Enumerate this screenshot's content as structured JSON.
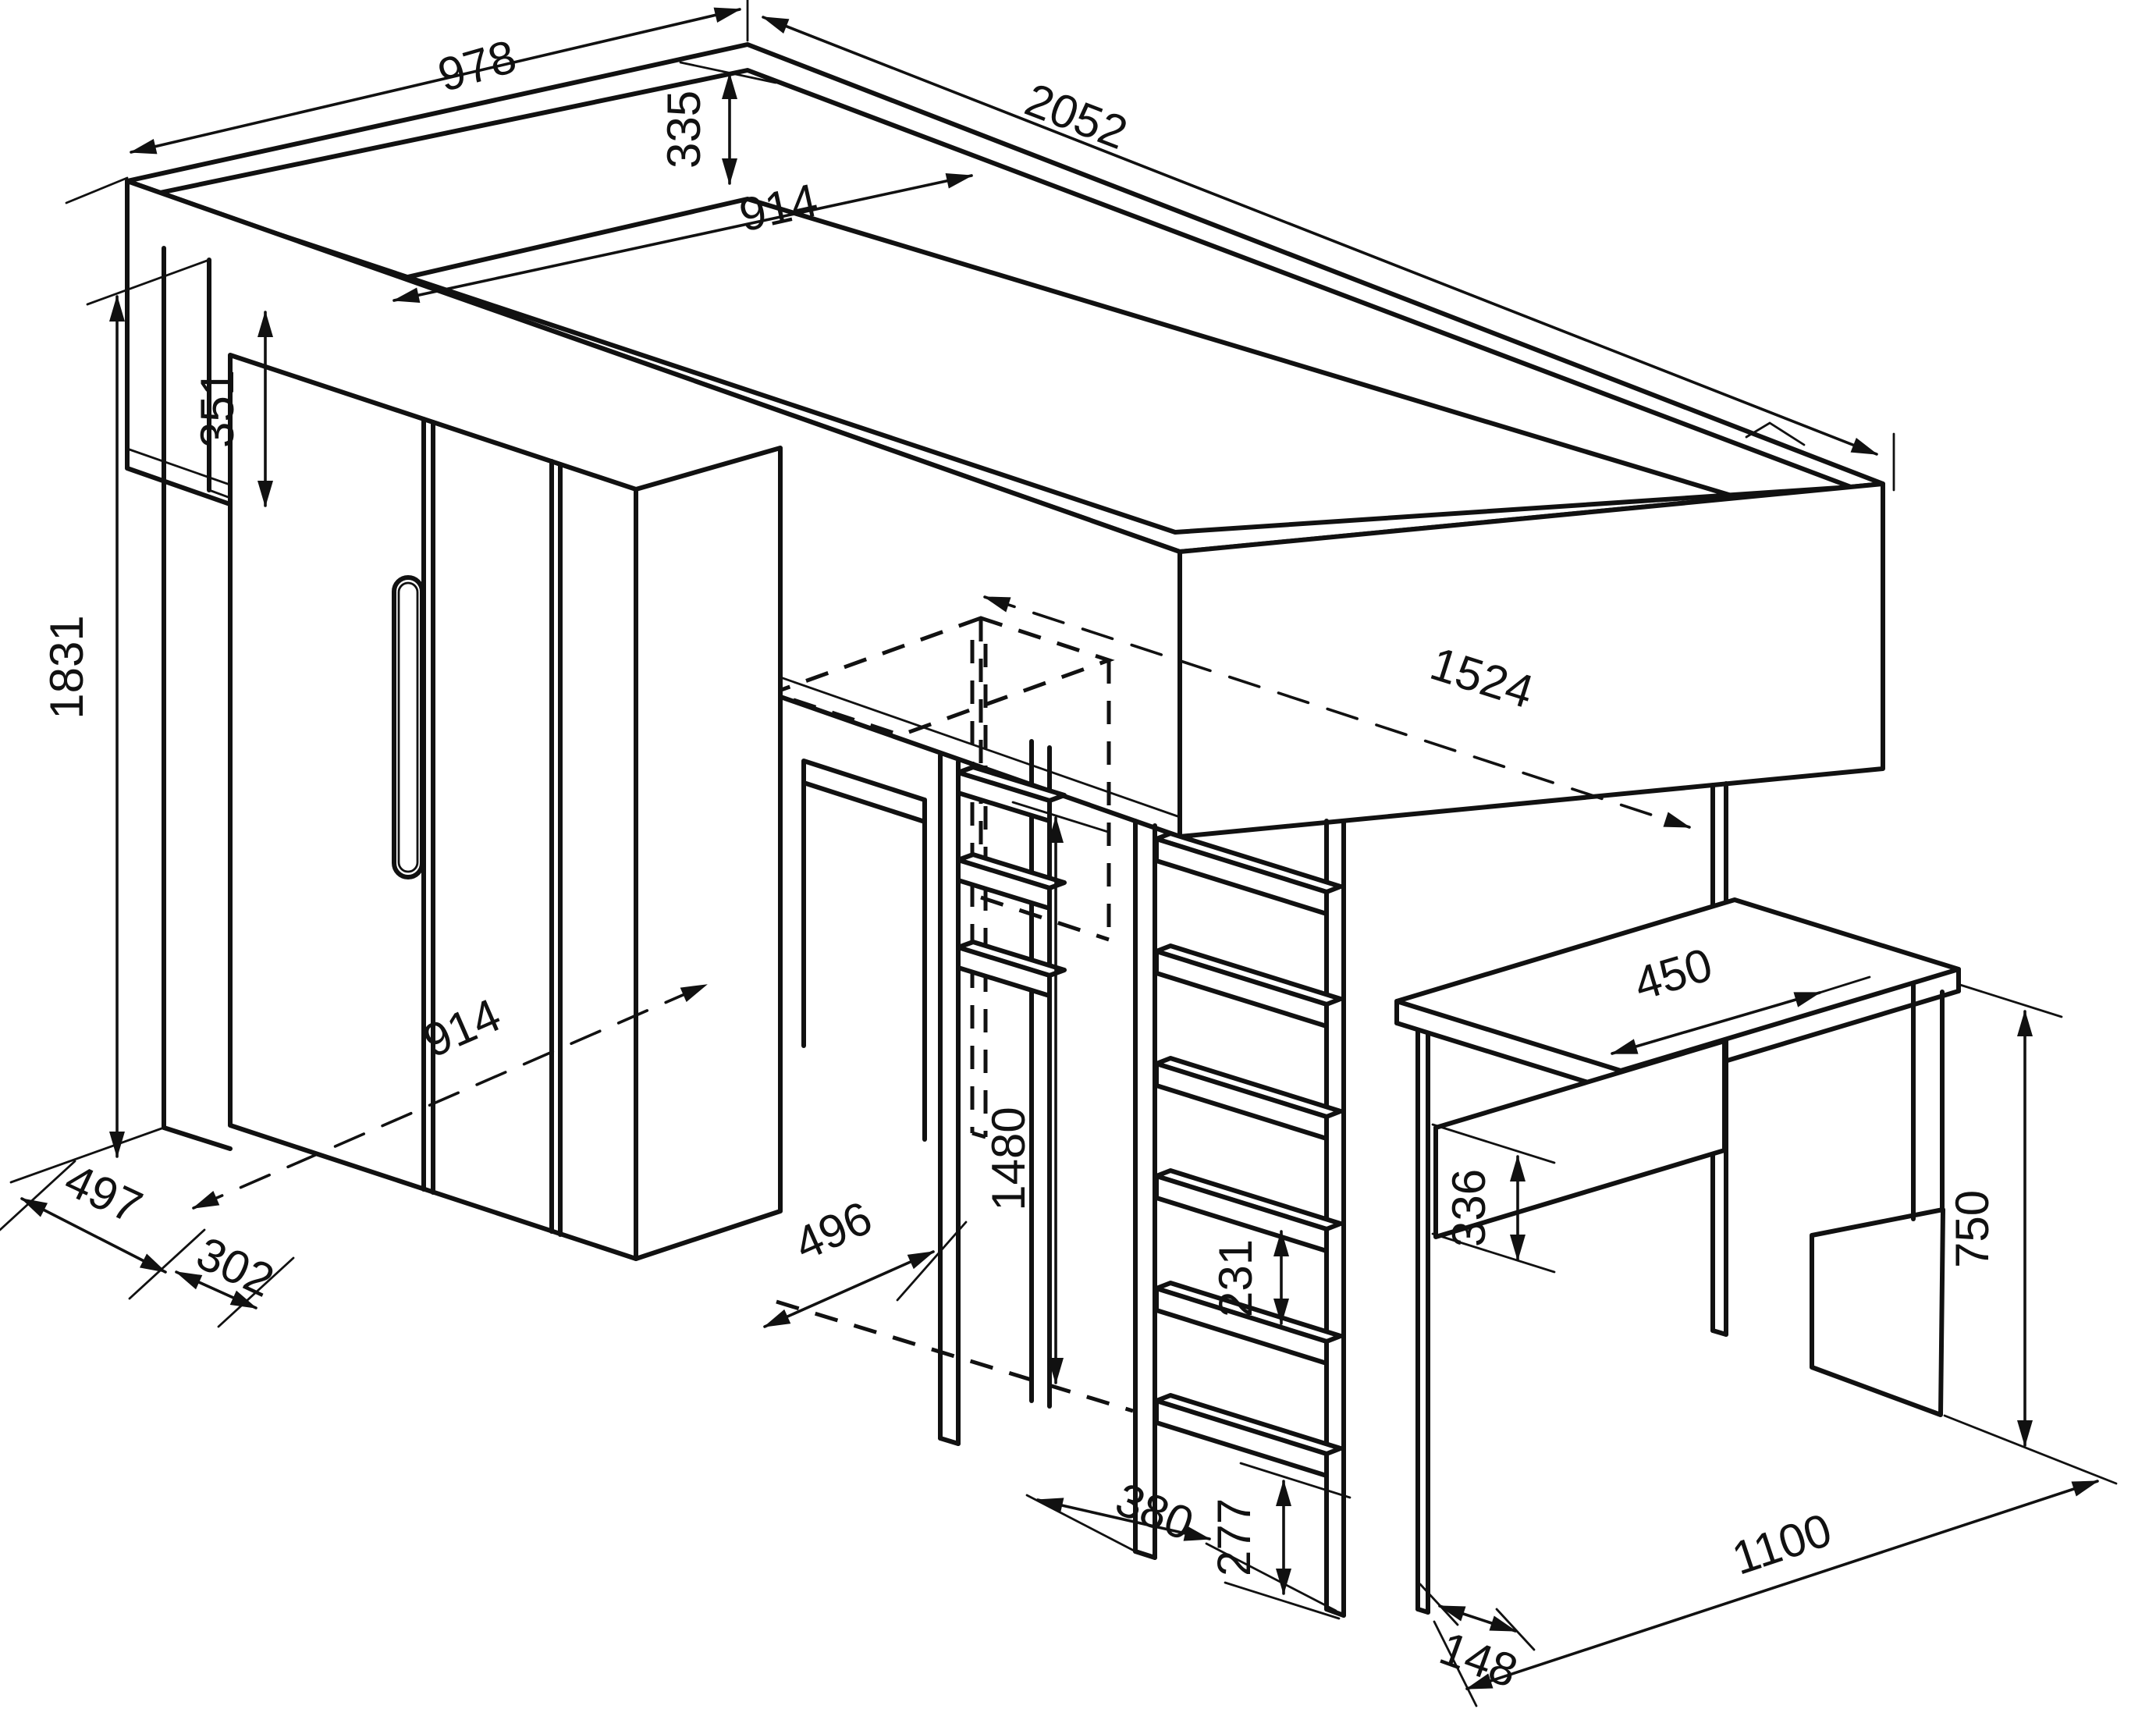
{
  "drawing": {
    "type": "technical dimension drawing",
    "subject": "loft bed with wardrobe, pull-out desk, shelf column, ladder and desk unit",
    "units": "mm",
    "line_color": "#111111",
    "background": "#ffffff"
  },
  "dims": {
    "bed_depth": "978",
    "bed_length": "2052",
    "headboard_above_mattress": "335",
    "mattress_width": "914",
    "frame_front_height": "351",
    "overall_height": "1831",
    "underbed_opening_length": "1524",
    "wardrobe_interior_width": "914",
    "underbed_clearance_height": "1480",
    "interior_opening_depth": "496",
    "side_depth_front": "497",
    "side_depth_rear": "302",
    "step_spacing": "231",
    "bottom_step_height": "277",
    "ladder_depth": "380",
    "post_width": "148",
    "desk_top_depth": "450",
    "drawer_front_height": "336",
    "desk_height": "750",
    "desk_length": "1100"
  }
}
